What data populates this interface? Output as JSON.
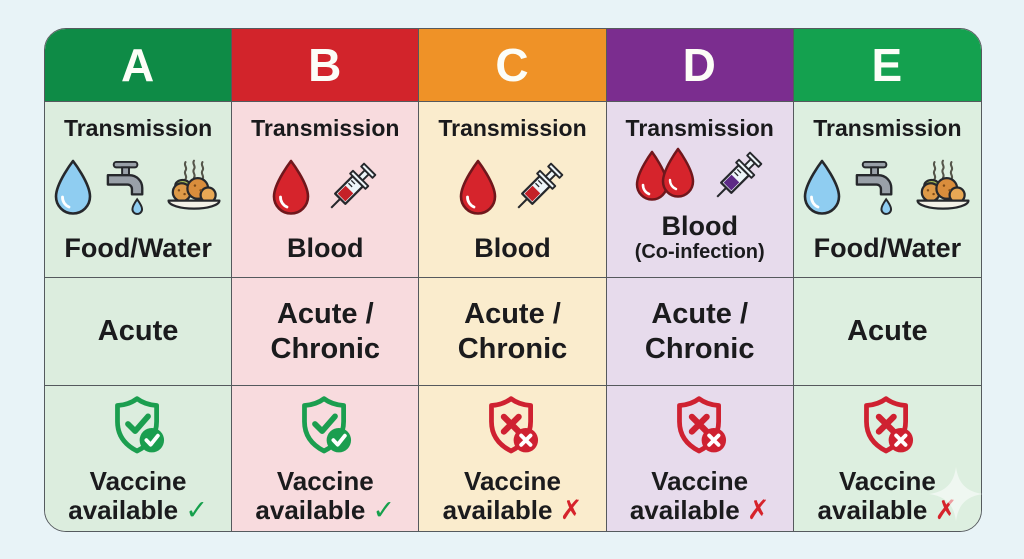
{
  "page": {
    "background_color": "#e8f3f7"
  },
  "table": {
    "transmission_label": "Transmission",
    "columns": [
      {
        "letter": "A",
        "header_color": "#0e8b46",
        "body_color": "#dcedde",
        "transmission_icons": [
          "water-drop-icon",
          "faucet-icon",
          "food-plate-icon"
        ],
        "transmission": "Food/Water",
        "course": "Acute",
        "vaccine_icon": "shield-check-icon",
        "vaccine_line1": "Vaccine",
        "vaccine_line2": "available",
        "vaccine_mark": "✓",
        "vaccine_available": true,
        "mark_color": "#16a04c"
      },
      {
        "letter": "B",
        "header_color": "#d2242b",
        "body_color": "#f8dbde",
        "transmission_icons": [
          "blood-drop-icon",
          "syringe-icon"
        ],
        "transmission": "Blood",
        "course": "Acute /\nChronic",
        "vaccine_icon": "shield-check-icon",
        "vaccine_line1": "Vaccine",
        "vaccine_line2": "available",
        "vaccine_mark": "✓",
        "vaccine_available": true,
        "mark_color": "#16a04c"
      },
      {
        "letter": "C",
        "header_color": "#ef9227",
        "body_color": "#faeccd",
        "transmission_icons": [
          "blood-drop-icon",
          "syringe-icon"
        ],
        "transmission": "Blood",
        "course": "Acute /\nChronic",
        "vaccine_icon": "shield-x-icon",
        "vaccine_line1": "Vaccine",
        "vaccine_line2": "available",
        "vaccine_mark": "✗",
        "vaccine_available": false,
        "mark_color": "#d6232b"
      },
      {
        "letter": "D",
        "header_color": "#7b2d8f",
        "body_color": "#e7dbec",
        "transmission_icons": [
          "double-blood-drop-icon",
          "syringe-icon"
        ],
        "transmission": "Blood",
        "transmission_sub": "(Co-infection)",
        "course": "Acute /\nChronic",
        "vaccine_icon": "shield-x-icon",
        "vaccine_line1": "Vaccine",
        "vaccine_line2": "available",
        "vaccine_mark": "✗",
        "vaccine_available": false,
        "mark_color": "#d6232b"
      },
      {
        "letter": "E",
        "header_color": "#14a14f",
        "body_color": "#ddefe0",
        "transmission_icons": [
          "water-drop-icon",
          "faucet-icon",
          "food-plate-icon"
        ],
        "transmission": "Food/Water",
        "course": "Acute",
        "vaccine_icon": "shield-x-icon",
        "vaccine_line1": "Vaccine",
        "vaccine_line2": "available",
        "vaccine_mark": "✗",
        "vaccine_available": false,
        "mark_color": "#d6232b"
      }
    ]
  }
}
